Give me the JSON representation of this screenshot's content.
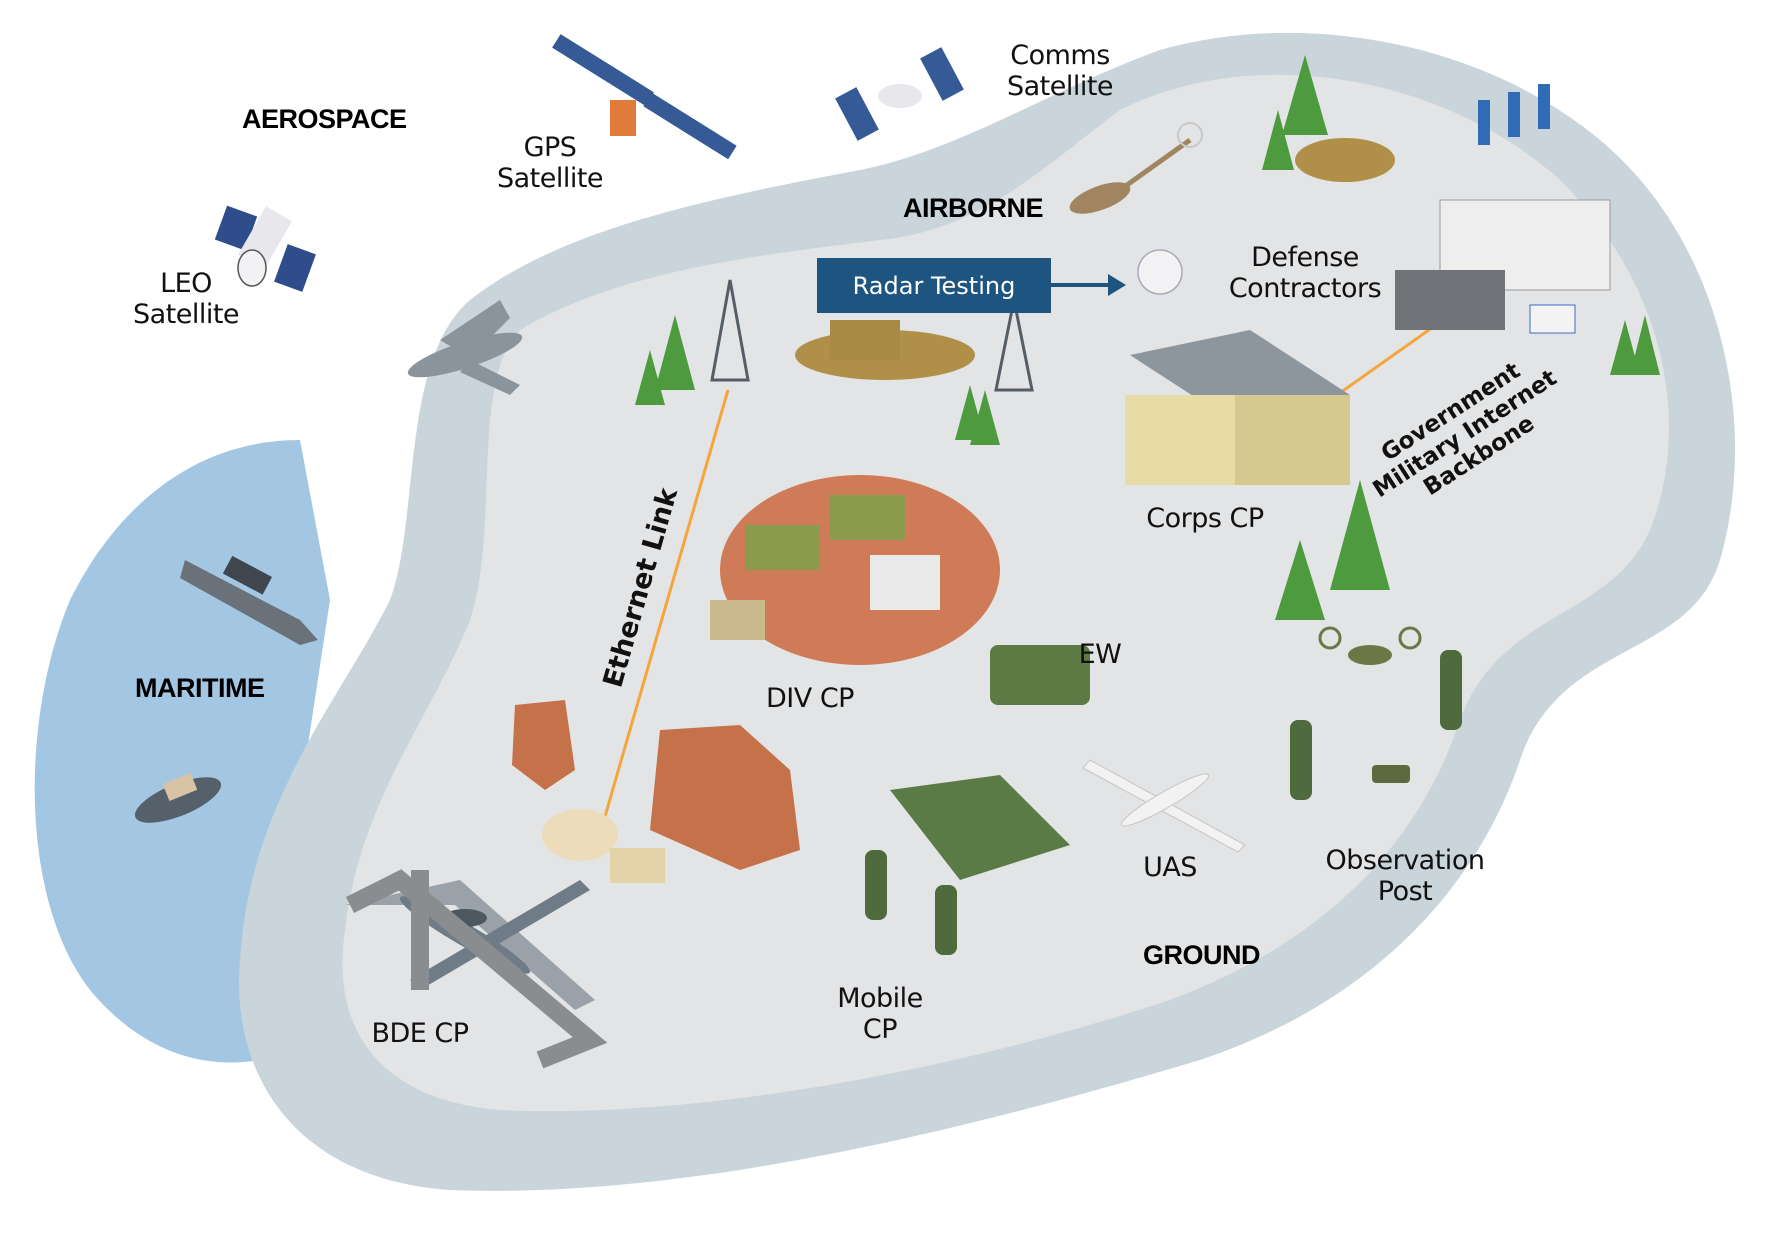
{
  "domains": {
    "aerospace": "AEROSPACE",
    "airborne": "AIRBORNE",
    "maritime": "MARITIME",
    "ground": "GROUND"
  },
  "assets": {
    "gps_satellite": [
      "GPS",
      "Satellite"
    ],
    "comms_satellite": [
      "Comms",
      "Satellite"
    ],
    "leo_satellite": [
      "LEO",
      "Satellite"
    ],
    "defense_contractors": [
      "Defense",
      "Contractors"
    ],
    "corps_cp": "Corps CP",
    "div_cp": "DIV CP",
    "ew": "EW",
    "uas": "UAS",
    "observation_post": [
      "Observation",
      "Post"
    ],
    "mobile_cp": [
      "Mobile",
      "CP"
    ],
    "bde_cp": "BDE CP"
  },
  "links": {
    "ethernet_link": "Ethernet Link",
    "backbone": [
      "Government",
      "Military Internet",
      "Backbone"
    ],
    "radar_testing": "Radar Testing"
  },
  "colors": {
    "land_outer": "#c9d5da",
    "land_inner": "#e2e4e6",
    "water": "#a3c7e3",
    "link_orange": "#f4a53b",
    "radar_box": "#1d5580"
  }
}
